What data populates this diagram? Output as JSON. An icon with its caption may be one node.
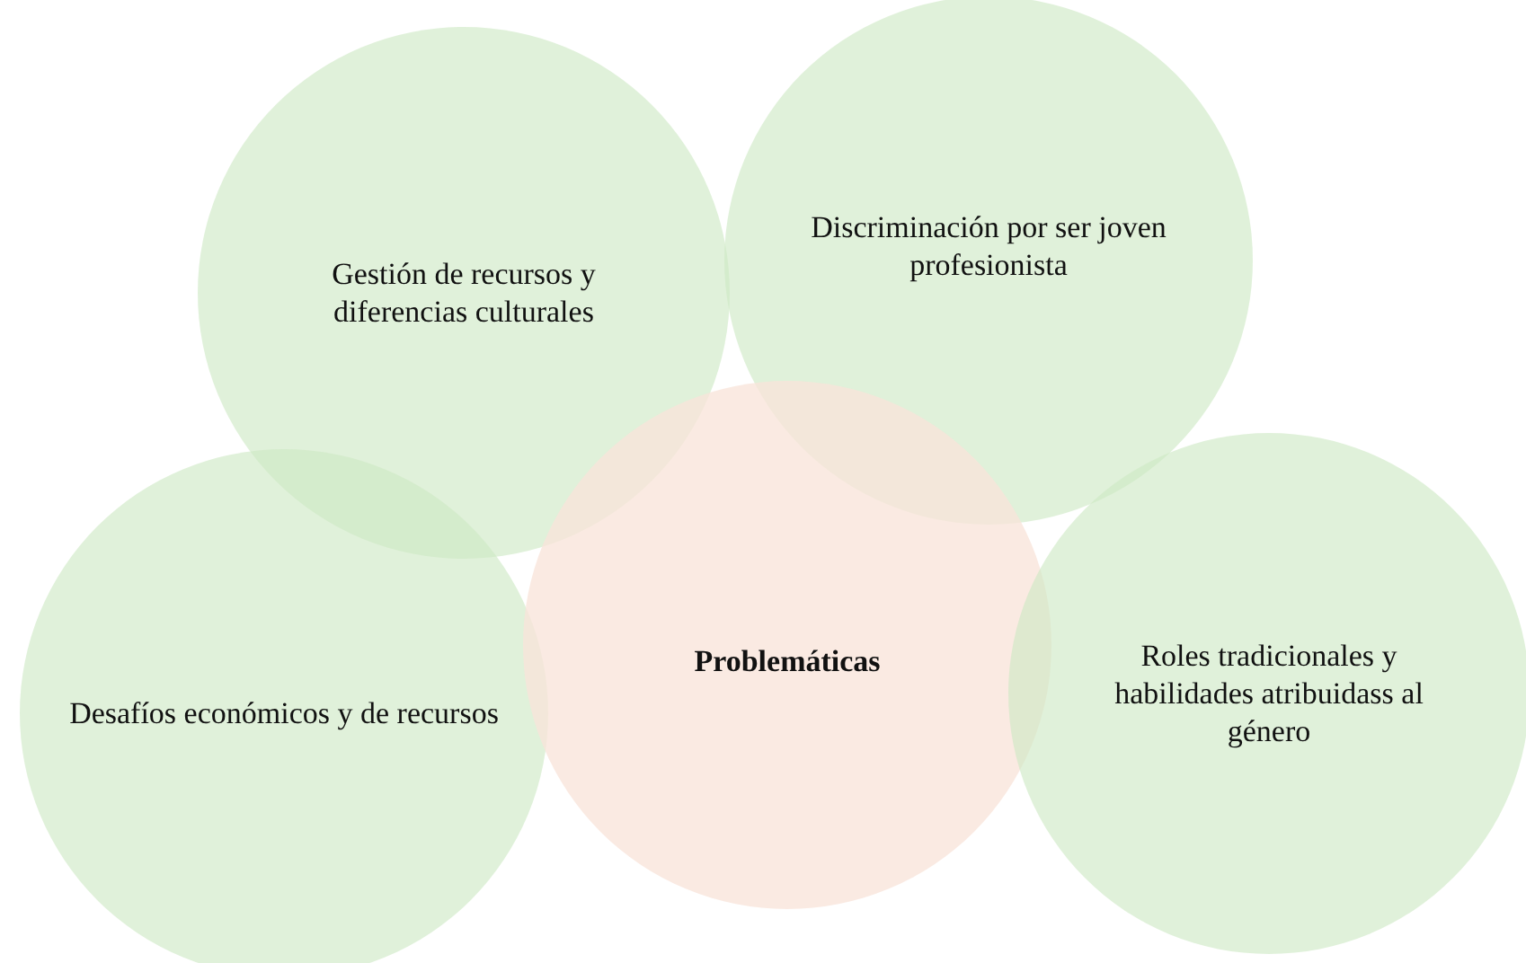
{
  "diagram": {
    "nodes": [
      {
        "text": [
          "Gestión de recursos y diferencias culturales"
        ]
      },
      {
        "text": [
          "Discriminación por ser joven profesionista"
        ]
      },
      {
        "text": [
          "Desafíos económicos y de recursos"
        ]
      },
      {
        "text": [
          "Problemáticas"
        ]
      },
      {
        "text": [
          "Roles tradicionales y habilidades atribuidass al género"
        ]
      }
    ]
  }
}
